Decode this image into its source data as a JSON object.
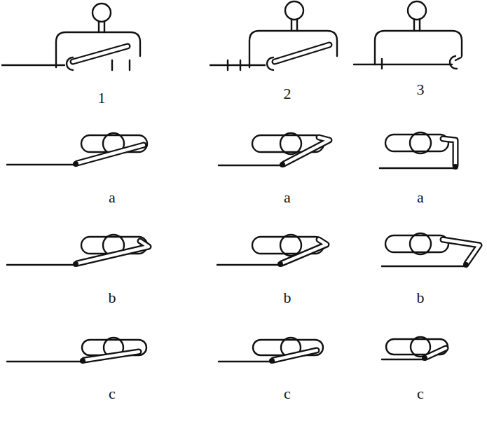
{
  "diagram": {
    "labels": [
      "1",
      "2",
      "3",
      "a",
      "a",
      "a",
      "b",
      "b",
      "b",
      "c",
      "c",
      "c"
    ]
  }
}
